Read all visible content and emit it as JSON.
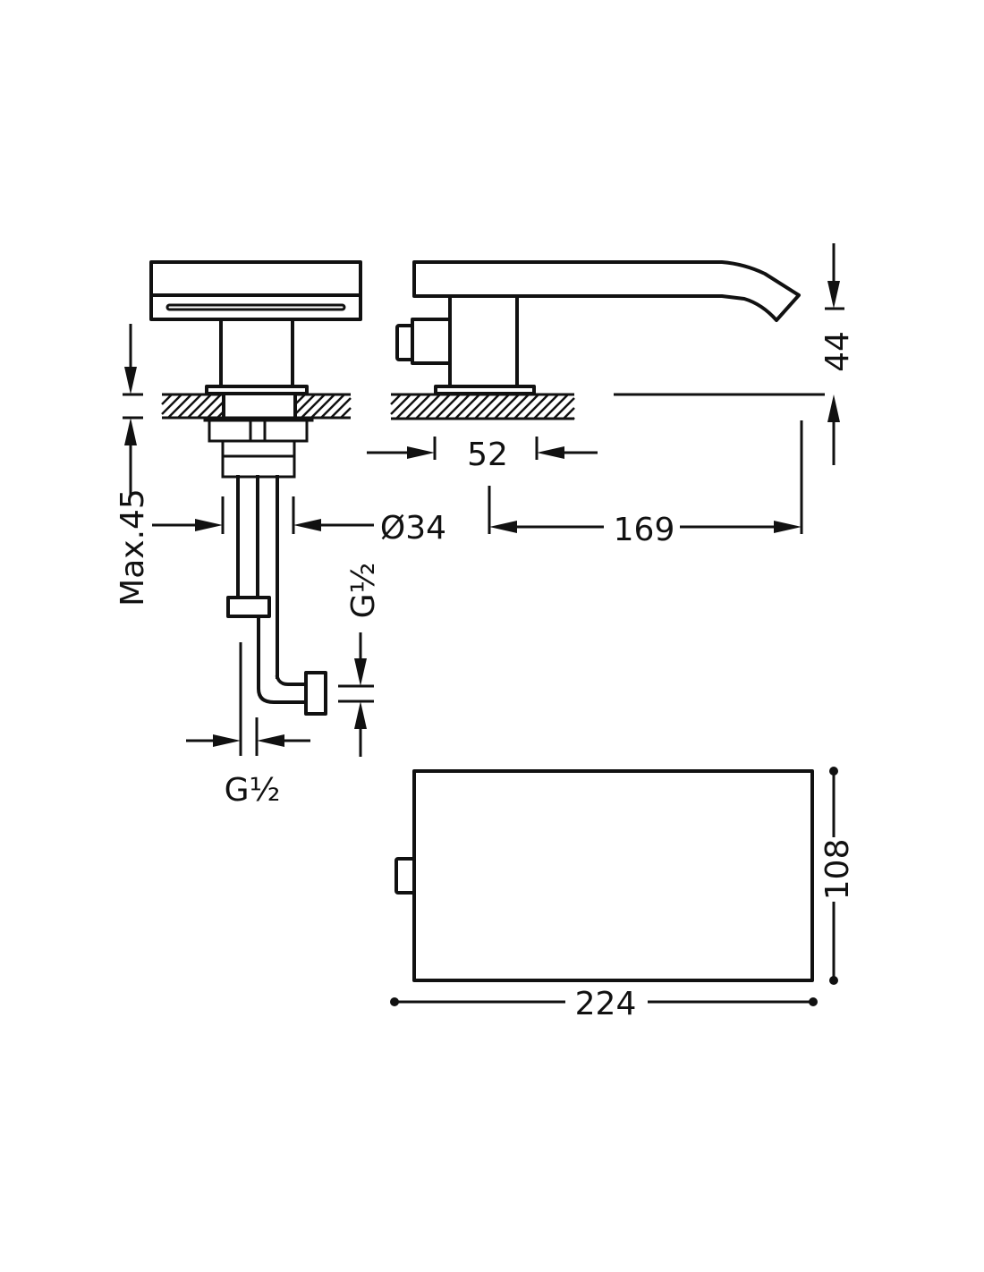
{
  "drawing": {
    "dimensions": {
      "max_depth": "Max.45",
      "diameter": "Ø34",
      "inlet_thread_horizontal": "G½",
      "inlet_thread_vertical": "G½",
      "base_width": "52",
      "spout_reach": "169",
      "spout_height": "44",
      "top_depth": "108",
      "top_length": "224"
    },
    "line_color": "#111111",
    "background": "#ffffff"
  }
}
